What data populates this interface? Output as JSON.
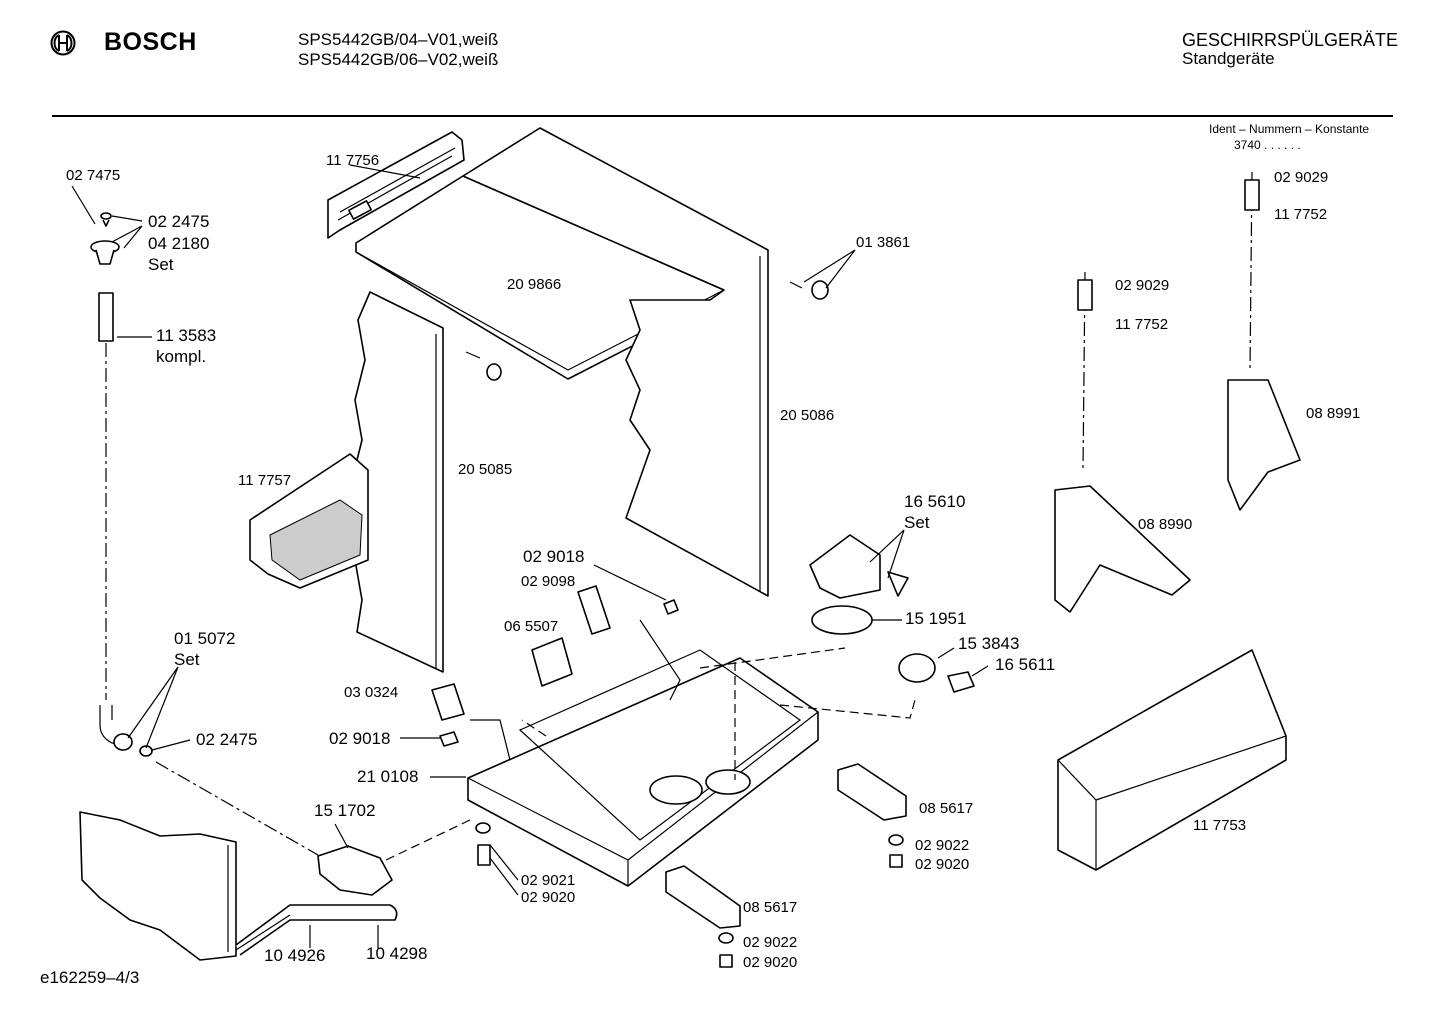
{
  "header": {
    "brand": "BOSCH",
    "models": [
      "SPS5442GB/04–V01,weiß",
      "SPS5442GB/06–V02,weiß"
    ],
    "category": "GESCHIRRSPÜLGERÄTE",
    "subcategory": "Standgeräte",
    "ident_title": "Ident – Nummern – Konstante",
    "ident_value": "3740 . . . . . ."
  },
  "parts": [
    {
      "id": "027475",
      "text": "02 7475"
    },
    {
      "id": "022475a",
      "text": "02 2475"
    },
    {
      "id": "042180",
      "text": "04 2180"
    },
    {
      "id": "set1",
      "text": "Set"
    },
    {
      "id": "113583",
      "text": "11 3583"
    },
    {
      "id": "kompl",
      "text": "kompl."
    },
    {
      "id": "117756",
      "text": "11 7756"
    },
    {
      "id": "209866",
      "text": "20 9866"
    },
    {
      "id": "013861",
      "text": "01 3861"
    },
    {
      "id": "205086",
      "text": "20 5086"
    },
    {
      "id": "117757",
      "text": "11 7757"
    },
    {
      "id": "205085",
      "text": "20 5085"
    },
    {
      "id": "029029a",
      "text": "02 9029"
    },
    {
      "id": "117752a",
      "text": "11 7752"
    },
    {
      "id": "029029b",
      "text": "02 9029"
    },
    {
      "id": "117752b",
      "text": "11 7752"
    },
    {
      "id": "088991",
      "text": "08 8991"
    },
    {
      "id": "088990",
      "text": "08 8990"
    },
    {
      "id": "165610",
      "text": "16 5610"
    },
    {
      "id": "set2",
      "text": "Set"
    },
    {
      "id": "151951",
      "text": "15 1951"
    },
    {
      "id": "153843",
      "text": "15 3843"
    },
    {
      "id": "165611",
      "text": "16 5611"
    },
    {
      "id": "029018a",
      "text": "02 9018"
    },
    {
      "id": "029098",
      "text": "02 9098"
    },
    {
      "id": "065507",
      "text": "06 5507"
    },
    {
      "id": "015072",
      "text": "01 5072"
    },
    {
      "id": "set3",
      "text": "Set"
    },
    {
      "id": "030324",
      "text": "03 0324"
    },
    {
      "id": "029018b",
      "text": "02 9018"
    },
    {
      "id": "022475b",
      "text": "02 2475"
    },
    {
      "id": "210108",
      "text": "21 0108"
    },
    {
      "id": "151702",
      "text": "15 1702"
    },
    {
      "id": "029021",
      "text": "02 9021"
    },
    {
      "id": "029020a",
      "text": "02 9020"
    },
    {
      "id": "085617a",
      "text": "08 5617"
    },
    {
      "id": "029022a",
      "text": "02 9022"
    },
    {
      "id": "029020b",
      "text": "02 9020"
    },
    {
      "id": "117753",
      "text": "11 7753"
    },
    {
      "id": "085617b",
      "text": "08 5617"
    },
    {
      "id": "029022b",
      "text": "02 9022"
    },
    {
      "id": "029020c",
      "text": "02 9020"
    },
    {
      "id": "104926",
      "text": "10 4926"
    },
    {
      "id": "104298",
      "text": "10 4298"
    }
  ],
  "footer": {
    "drawing_id": "e162259–4/3"
  }
}
